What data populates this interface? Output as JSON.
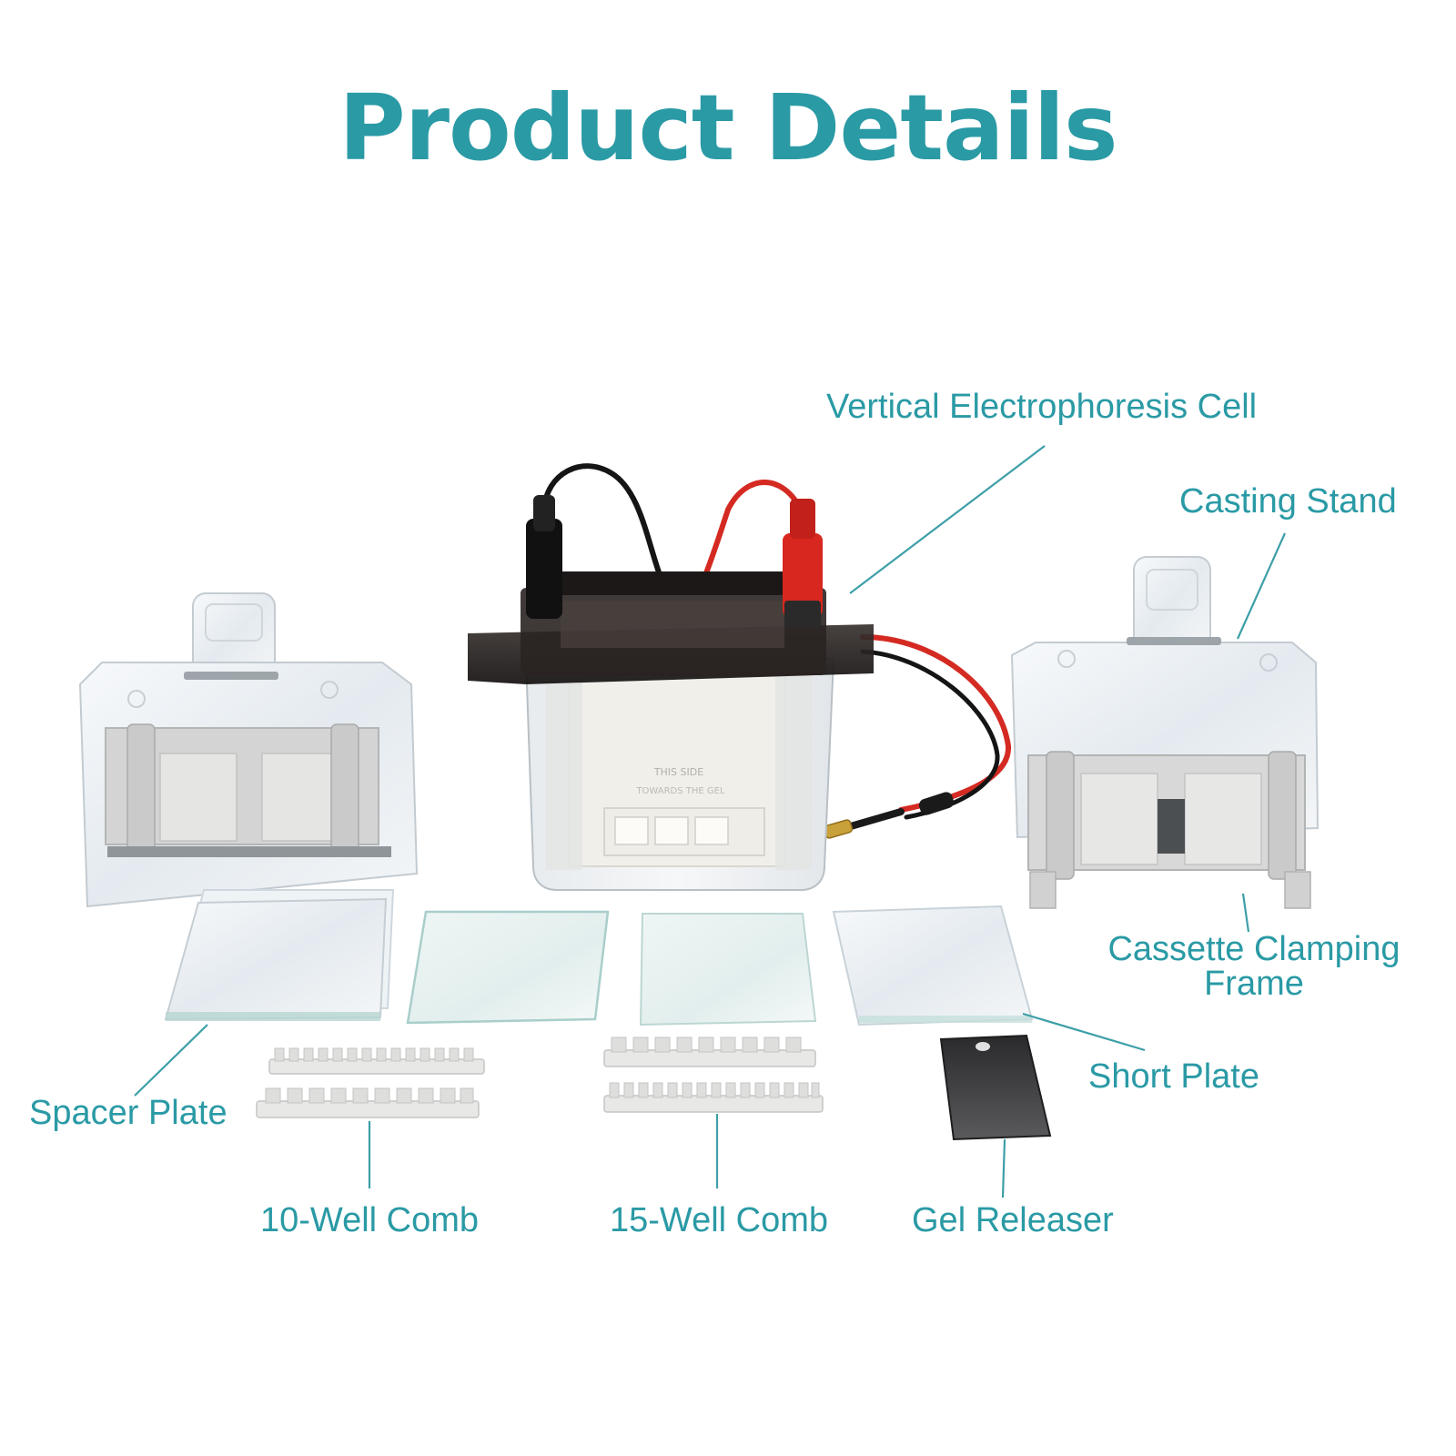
{
  "title": "Product Details",
  "colors": {
    "accent": "#2a9aa5",
    "leader": "#3d9fa8",
    "black_lid": "#1e1a19",
    "red_lead": "#d42a22",
    "clear_plastic": "#e9eef2",
    "white_core": "#f2f0ec"
  },
  "parts": {
    "cell": "Vertical Electrophoresis Cell",
    "casting_stand": "Casting Stand",
    "clamping_frame_line1": "Cassette Clamping",
    "clamping_frame_line2": "Frame",
    "short_plate": "Short Plate",
    "spacer_plate": "Spacer Plate",
    "comb_10": "10-Well Comb",
    "comb_15": "15-Well Comb",
    "gel_releaser": "Gel Releaser"
  },
  "cell_text": {
    "top": "THIS SIDE",
    "bottom": "TOWARDS THE GEL"
  }
}
